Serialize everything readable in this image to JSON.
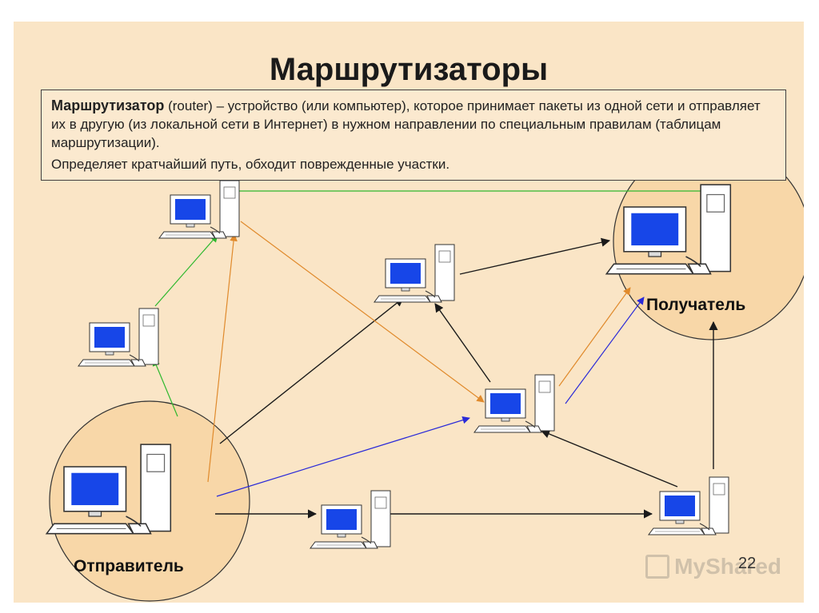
{
  "slide": {
    "title": "Маршрутизаторы",
    "definition": {
      "term": "Маршрутизатор",
      "term_suffix": " (router) – ",
      "text": " устройство (или компьютер), которое принимает пакеты из одной сети и отправляет их в другую (из локальной сети в Интернет) в нужном направлении по специальным правилам (таблицам  маршрутизации).",
      "second": "Определяет кратчайший путь, обходит поврежденные участки."
    },
    "receiver_label": "Получатель",
    "sender_label": "Отправитель",
    "page_number": "22",
    "watermark": "MyShared"
  },
  "colors": {
    "background": "#fae5c6",
    "circle_fill": "#f8d7a8",
    "green_path": "#2eb82e",
    "orange_path": "#e08a2c",
    "blue_path": "#2a2ad8",
    "black_path": "#1a1a1a",
    "screen": "#1746e8"
  },
  "icons": {
    "computer": "desktop-computer-icon",
    "logo": "myshared-logo-icon"
  }
}
